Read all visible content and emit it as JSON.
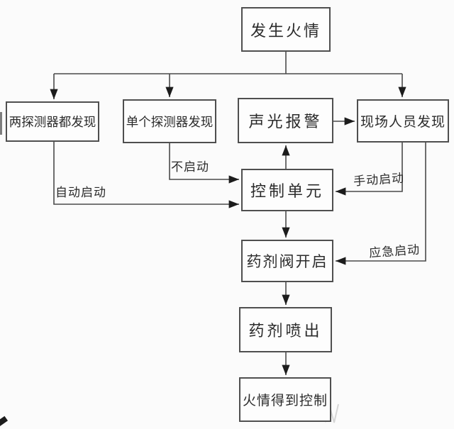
{
  "diagram": {
    "description": "fire suppression system activation flowchart",
    "colors": {
      "background": "#fbfbfb",
      "box_border": "#4f4f4f",
      "line": "#4a4a4a",
      "arrowhead": "#1c1c1c",
      "text": "#2b2b2b",
      "watermark": "#d6d6d6"
    },
    "nodes": [
      {
        "id": "fire-occurs",
        "label": "发生火情"
      },
      {
        "id": "both-detectors",
        "label": "两探测器都发现"
      },
      {
        "id": "single-detector",
        "label": "单个探测器发现"
      },
      {
        "id": "sound-light-alarm",
        "label": "声光报警"
      },
      {
        "id": "site-personnel",
        "label": "现场人员发现"
      },
      {
        "id": "control-unit",
        "label": "控制单元"
      },
      {
        "id": "agent-valve-open",
        "label": "药剂阀开启"
      },
      {
        "id": "agent-spray",
        "label": "药剂喷出"
      },
      {
        "id": "fire-controlled",
        "label": "火情得到控制"
      }
    ],
    "edge_labels": [
      {
        "id": "auto-start",
        "text": "自动启动"
      },
      {
        "id": "no-start",
        "text": "不启动"
      },
      {
        "id": "manual-start",
        "text": "手动启动"
      },
      {
        "id": "emergency-start",
        "text": "应急启动"
      }
    ],
    "connections": [
      {
        "from": "fire-occurs",
        "to": "both-detectors",
        "label": ""
      },
      {
        "from": "fire-occurs",
        "to": "single-detector",
        "label": ""
      },
      {
        "from": "fire-occurs",
        "to": "site-personnel",
        "label": ""
      },
      {
        "from": "both-detectors",
        "to": "control-unit",
        "label": "自动启动"
      },
      {
        "from": "single-detector",
        "to": "control-unit",
        "label": "不启动"
      },
      {
        "from": "site-personnel",
        "to": "control-unit",
        "label": "手动启动"
      },
      {
        "from": "site-personnel",
        "to": "agent-valve-open",
        "label": "应急启动"
      },
      {
        "from": "control-unit",
        "to": "sound-light-alarm",
        "label": ""
      },
      {
        "from": "sound-light-alarm",
        "to": "site-personnel",
        "label": ""
      },
      {
        "from": "control-unit",
        "to": "agent-valve-open",
        "label": ""
      },
      {
        "from": "agent-valve-open",
        "to": "agent-spray",
        "label": ""
      },
      {
        "from": "agent-spray",
        "to": "fire-controlled",
        "label": ""
      }
    ]
  }
}
